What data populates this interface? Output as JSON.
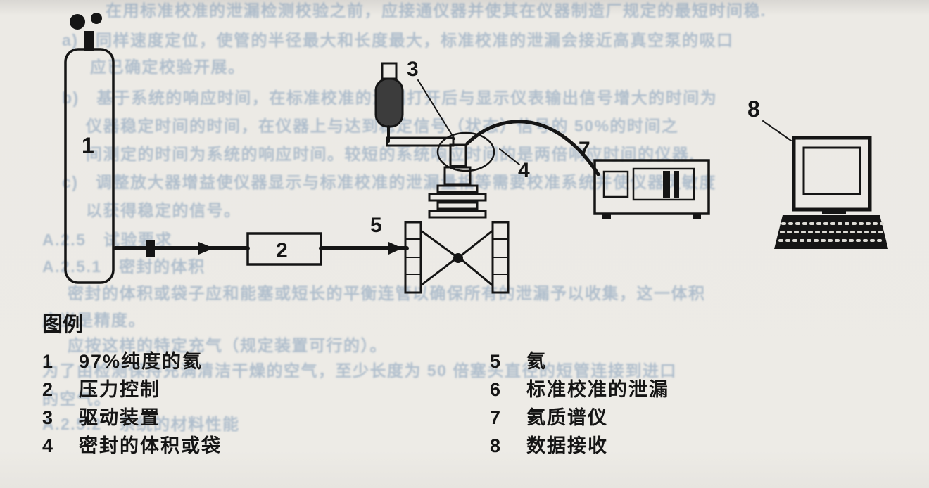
{
  "figure": {
    "callouts": {
      "c1": "1",
      "c2": "2",
      "c3": "3",
      "c4": "4",
      "c5": "5",
      "c7": "7",
      "c8": "8"
    }
  },
  "legend": {
    "title": "图例",
    "items": [
      {
        "num": "1",
        "label": "97%纯度的氦"
      },
      {
        "num": "2",
        "label": "压力控制"
      },
      {
        "num": "3",
        "label": "驱动装置"
      },
      {
        "num": "4",
        "label": "密封的体积或袋"
      },
      {
        "num": "5",
        "label": "氦"
      },
      {
        "num": "6",
        "label": "标准校准的泄漏"
      },
      {
        "num": "7",
        "label": "氦质谱仪"
      },
      {
        "num": "8",
        "label": "数据接收"
      }
    ]
  },
  "bleedthrough": {
    "lines": [
      "在用标准校准的泄漏检测校验之前，应接通仪器并使其在仪器制造厂规定的最短时间稳.",
      "a)　同样速度定位，使管的半径最大和长度最大，标准校准的泄漏会接近高真空泵的吸口",
      "应已确定校验开展。",
      "b)　基于系统的响应时间，在标准校准的泄漏打开后与显示仪表输出信号增大的时间为",
      "仪器稳定时间的时间，在仪器上与达到稳定信号（状态）信号的 50%的时间之",
      "间测定的时间为系统的响应时间。较短的系统响应时间的是两倍响应时间的仪器.",
      "c)　调整放大器增益使仪器显示与标准校准的泄漏量相等需要校准系统并使仪器灵敏度",
      "以获得稳定的信号。",
      "A.2.5　试验要求",
      "A.2.5.1　密封的体积",
      "密封的体积或袋子应和能塞或短长的平衡连管以确保所有的泄漏予以收集，这一体积",
      "应当是精度。",
      "应按这样的特定充气（规定装置可行的）。",
      "为了由检测保持充满清洁干燥的空气，至少长度为 50 倍塞头直径的短管连接到进口",
      "的空气。",
      "A.2.5.2　系统的材料性能"
    ]
  }
}
